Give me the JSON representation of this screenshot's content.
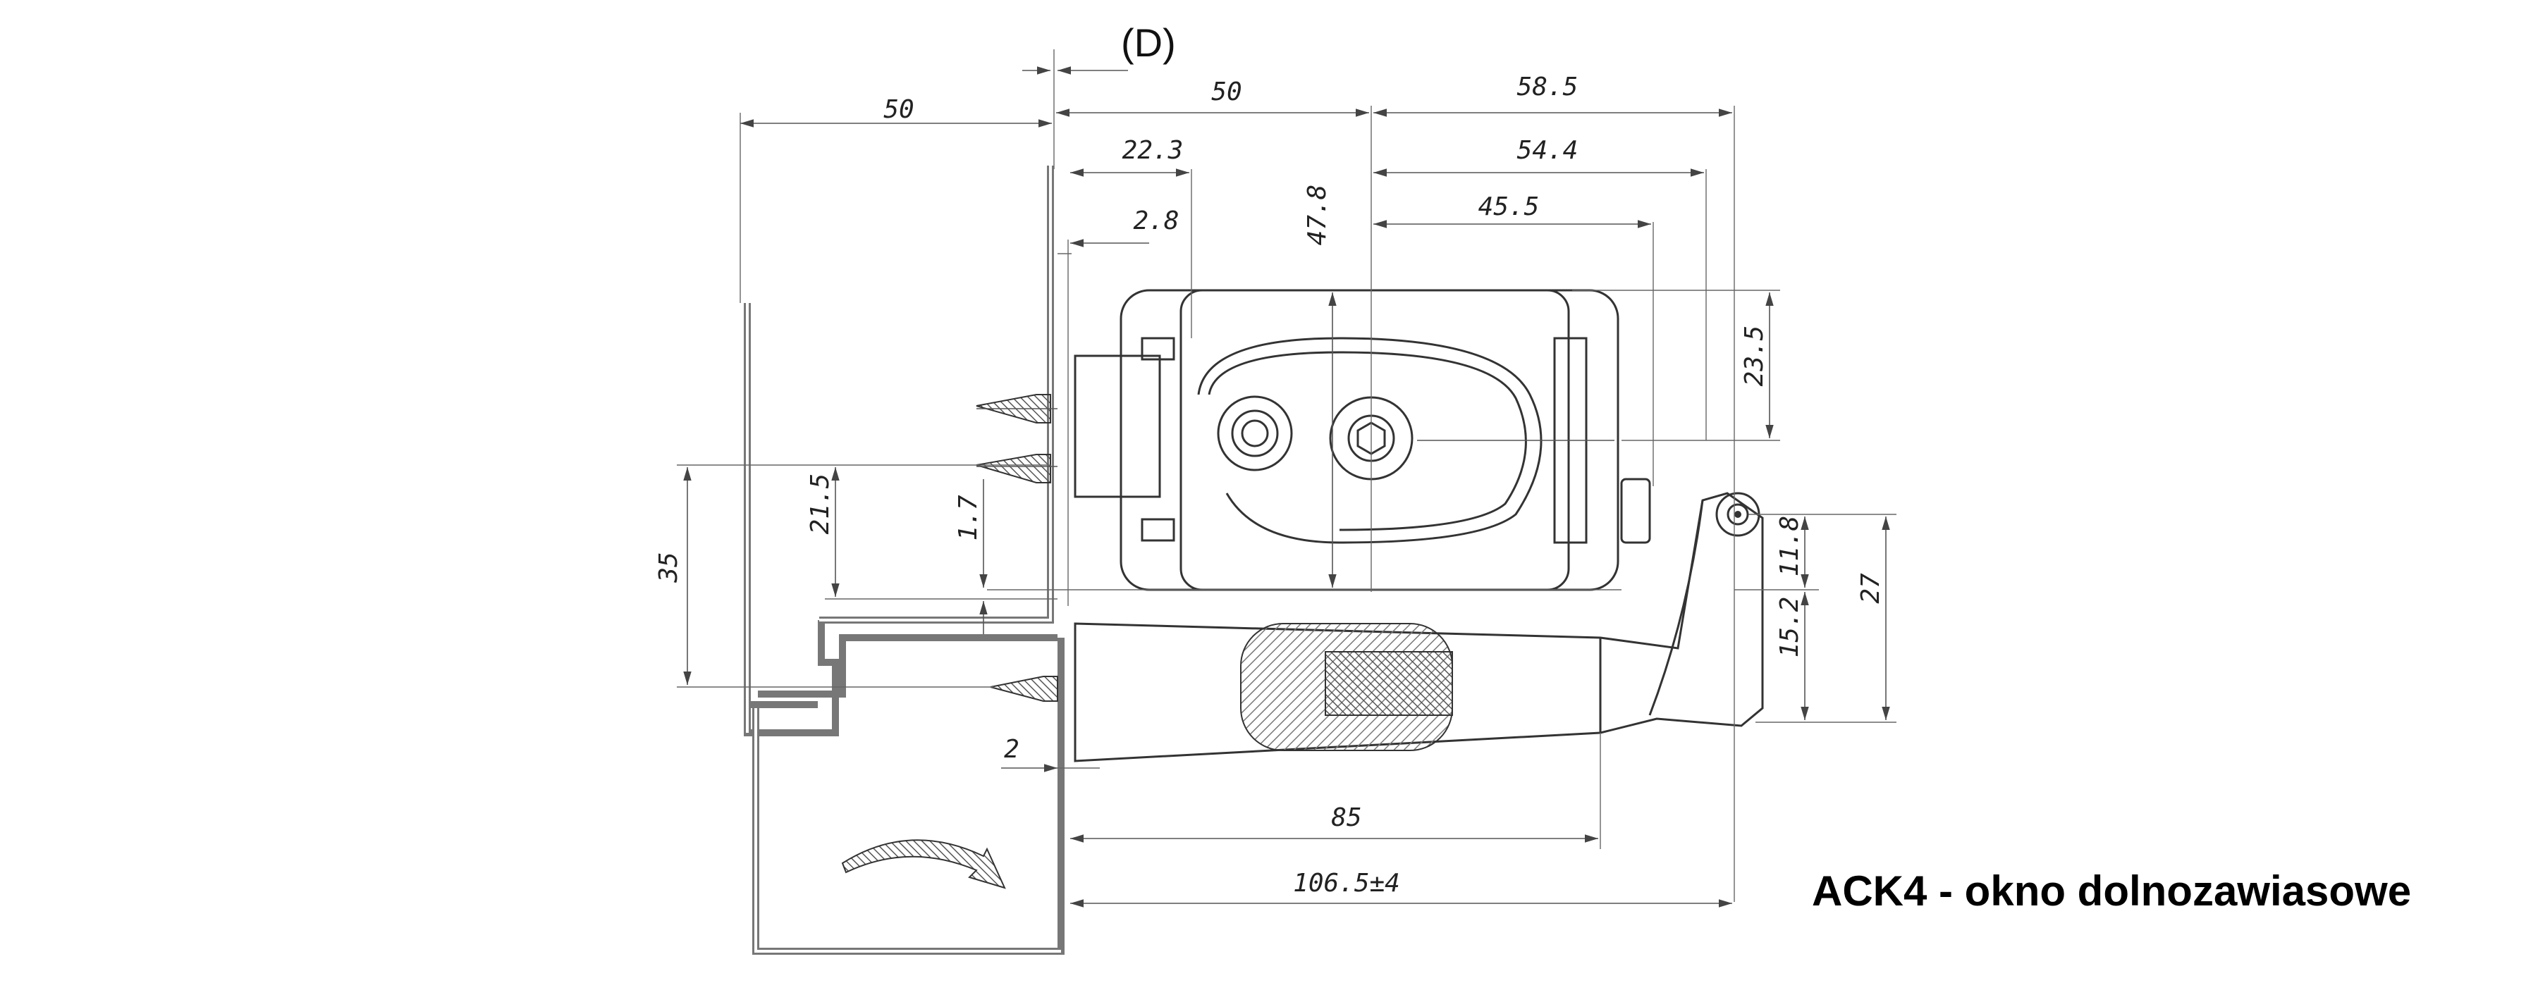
{
  "title": "ACK4 - okno dolnozawiasowe",
  "marker": "(D)",
  "dimensions": {
    "d_50_left": "50",
    "d_50_top": "50",
    "d_58_5": "58.5",
    "d_22_3": "22.3",
    "d_54_4": "54.4",
    "d_47_8": "47.8",
    "d_2_8": "2.8",
    "d_45_5": "45.5",
    "d_23_5": "23.5",
    "d_35": "35",
    "d_21_5": "21.5",
    "d_1_7": "1.7",
    "d_11_8": "11.8",
    "d_15_2": "15.2",
    "d_27": "27",
    "d_2": "2",
    "d_85": "85",
    "d_106_5": "106.5±4"
  }
}
